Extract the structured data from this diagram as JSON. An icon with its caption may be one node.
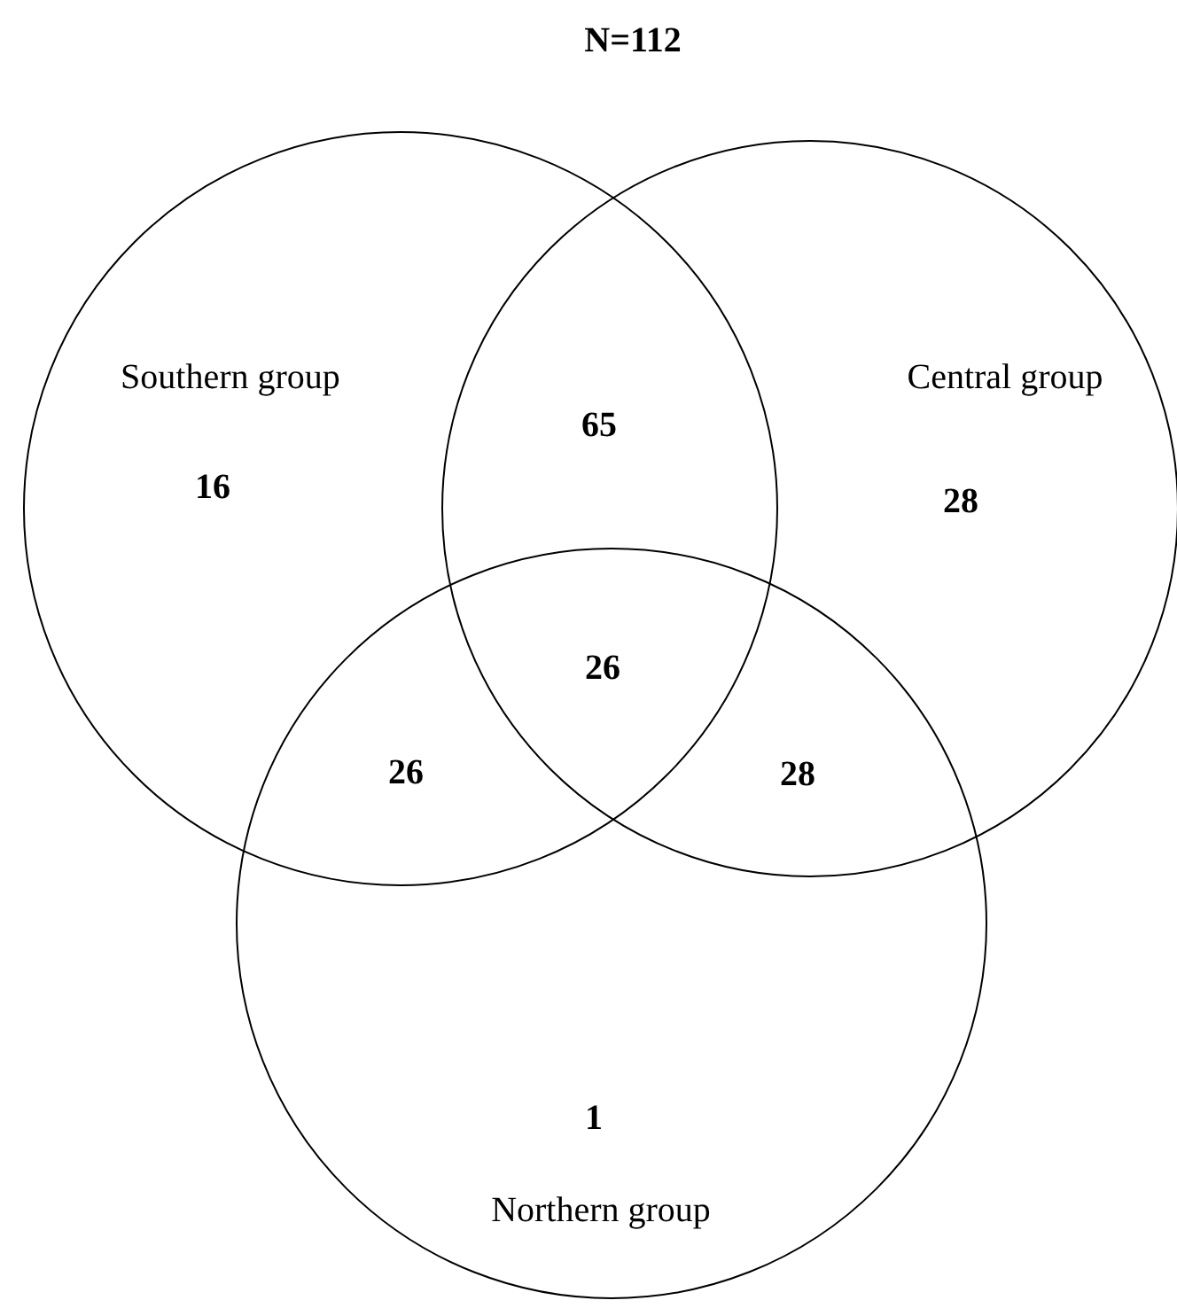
{
  "diagram": {
    "title": "N=112",
    "nodes": [
      {
        "text": [
          "Southern group",
          "16"
        ]
      },
      {
        "text": [
          "Central group",
          "28"
        ]
      },
      {
        "text": [
          "1",
          "Northern group"
        ]
      }
    ],
    "edges": [],
    "labels": [
      "65",
      "26",
      "26",
      "28"
    ]
  }
}
